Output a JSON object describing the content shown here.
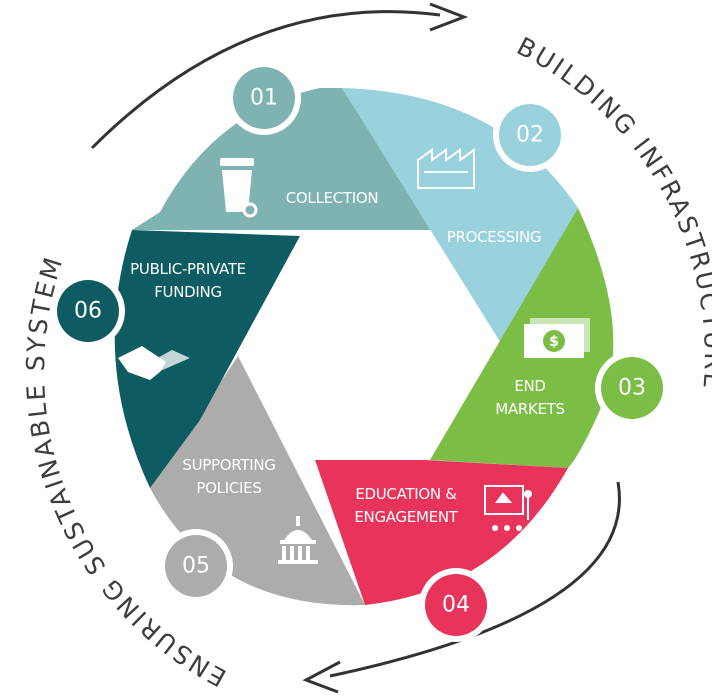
{
  "outer_labels": {
    "building": "BUILDING INFRASTRUCTURE",
    "ensuring": "ENSURING SUSTAINABLE SYSTEM"
  },
  "colors": {
    "collection": "#7fb3b2",
    "processing": "#99d1dc",
    "end_markets": "#7cbd45",
    "education": "#e8345b",
    "policies": "#acacab",
    "funding": "#0e5c62",
    "arrow": "#333333"
  },
  "stages": [
    {
      "id": "collection",
      "number": "01",
      "lines": [
        "COLLECTION"
      ],
      "icon": "trash-bin-icon"
    },
    {
      "id": "processing",
      "number": "02",
      "lines": [
        "PROCESSING"
      ],
      "icon": "factory-icon"
    },
    {
      "id": "end_markets",
      "number": "03",
      "lines": [
        "END",
        "MARKETS"
      ],
      "icon": "money-icon"
    },
    {
      "id": "education",
      "number": "04",
      "lines": [
        "EDUCATION &",
        "ENGAGEMENT"
      ],
      "icon": "presentation-icon"
    },
    {
      "id": "policies",
      "number": "05",
      "lines": [
        "SUPPORTING",
        "POLICIES"
      ],
      "icon": "capitol-icon"
    },
    {
      "id": "funding",
      "number": "06",
      "lines": [
        "PUBLIC-PRIVATE",
        "FUNDING"
      ],
      "icon": "handshake-icon"
    }
  ]
}
